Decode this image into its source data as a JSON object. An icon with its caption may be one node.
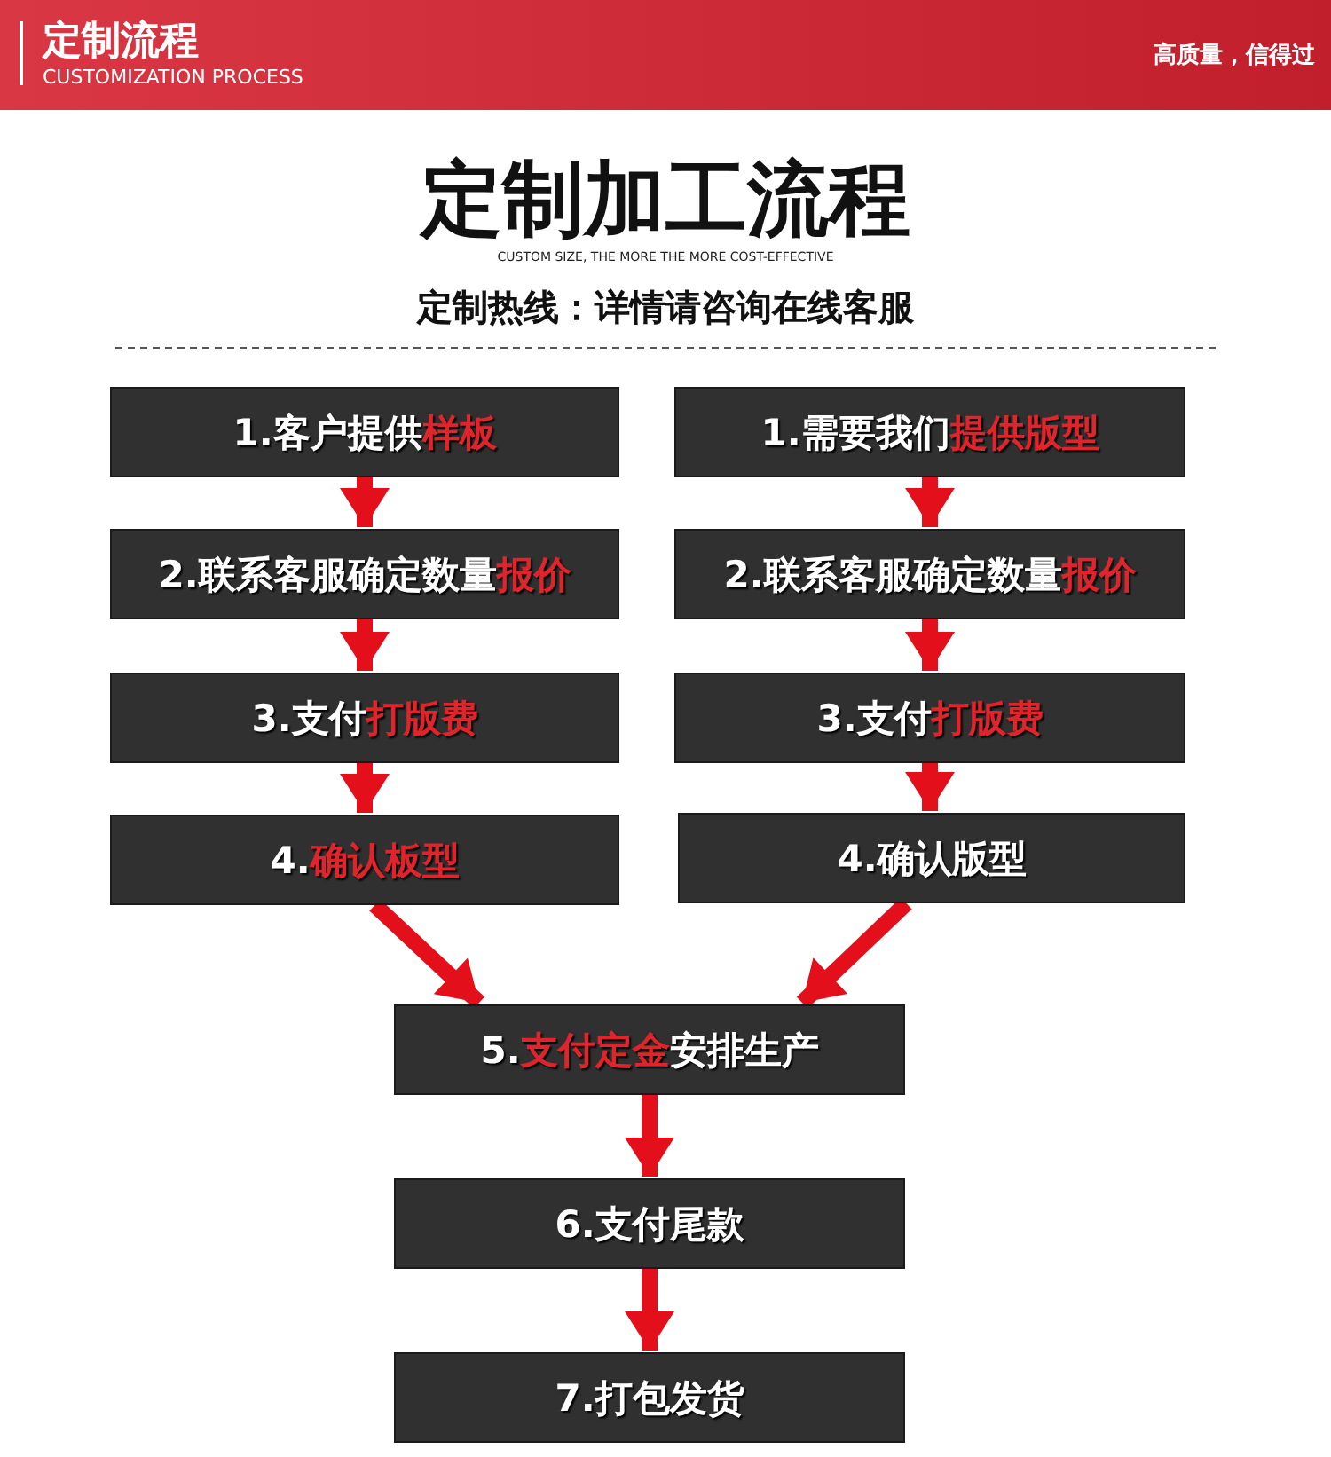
{
  "diagram": {
    "title": "定制加工流程",
    "nodes": [
      {
        "text": [
          "1.客户提供样板"
        ]
      },
      {
        "text": [
          "2.联系客服确定数量报价"
        ]
      },
      {
        "text": [
          "3.支付打版费"
        ]
      },
      {
        "text": [
          "4.确认板型"
        ]
      },
      {
        "text": [
          "1.需要我们提供版型"
        ]
      },
      {
        "text": [
          "2.联系客服确定数量报价"
        ]
      },
      {
        "text": [
          "3.支付打版费"
        ]
      },
      {
        "text": [
          "4.确认版型"
        ]
      },
      {
        "text": [
          "5.支付定金安排生产"
        ]
      },
      {
        "text": [
          "6.支付尾款"
        ]
      },
      {
        "text": [
          "7.打包发货"
        ]
      }
    ],
    "edges": [
      {
        "from": 0,
        "to": 1,
        "arrow": "to"
      },
      {
        "from": 1,
        "to": 2,
        "arrow": "to"
      },
      {
        "from": 2,
        "to": 3,
        "arrow": "to"
      },
      {
        "from": 4,
        "to": 5,
        "arrow": "to"
      },
      {
        "from": 5,
        "to": 6,
        "arrow": "to"
      },
      {
        "from": 6,
        "to": 7,
        "arrow": "to"
      },
      {
        "from": 3,
        "to": 8,
        "arrow": "to"
      },
      {
        "from": 7,
        "to": 8,
        "arrow": "to"
      },
      {
        "from": 8,
        "to": 9,
        "arrow": "to"
      },
      {
        "from": 9,
        "to": 10,
        "arrow": "to"
      }
    ],
    "labels": [
      "定制流程",
      "CUSTOMIZATION PROCESS",
      "高质量，信得过",
      "CUSTOM SIZE, THE MORE THE MORE COST-EFFECTIVE",
      "定制热线：详情请咨询在线客服"
    ]
  }
}
